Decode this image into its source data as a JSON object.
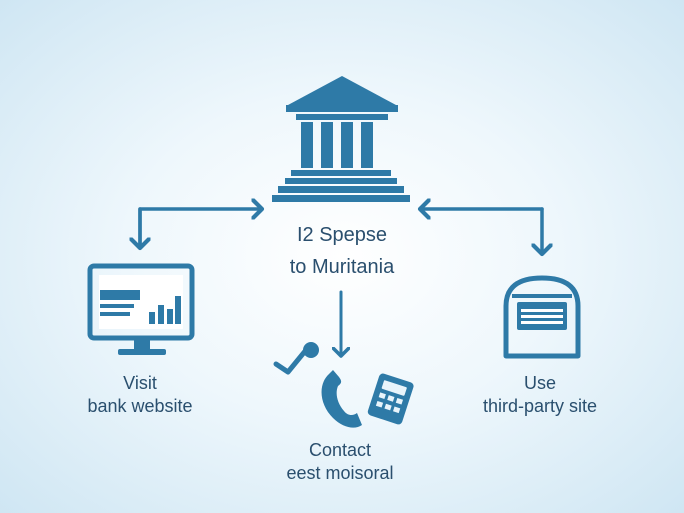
{
  "center": {
    "line1": "I2 Spepse",
    "line2": "to Muritania"
  },
  "left": {
    "line1": "Visit",
    "line2": "bank website"
  },
  "right": {
    "line1": "Use",
    "line2": "third-party site"
  },
  "bottom": {
    "line1": "Contact",
    "line2": "eest moisoral"
  },
  "icons": {
    "center": "bank-building-icon",
    "left": "desktop-monitor-icon",
    "right": "mailbox-icon",
    "bottom": [
      "pin-check-icon",
      "phone-handset-icon",
      "calculator-icon"
    ]
  },
  "colors": {
    "primary": "#2e7aa7",
    "text": "#2a4f6e",
    "background": "#e8f4fb"
  }
}
